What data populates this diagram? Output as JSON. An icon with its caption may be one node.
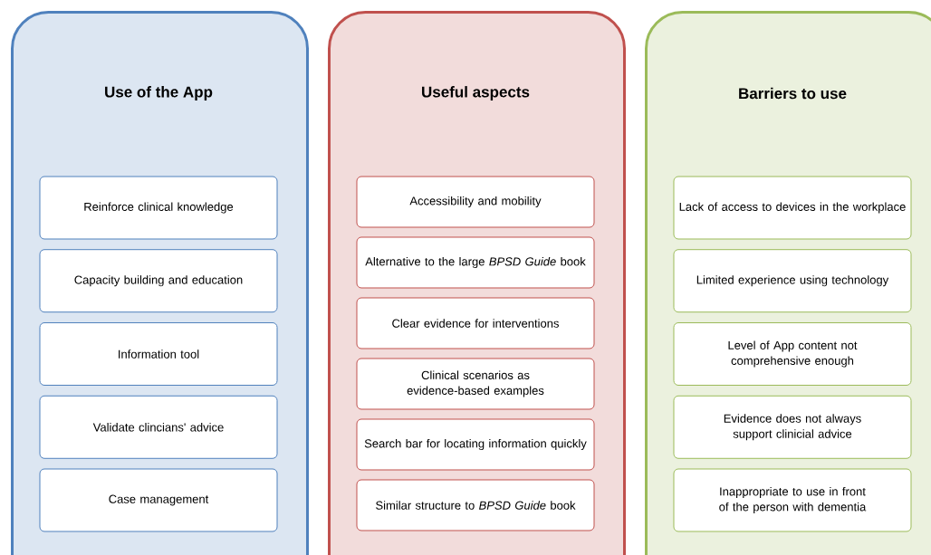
{
  "diagram": {
    "nodes": [
      {
        "text": [
          "Use of the App"
        ]
      },
      {
        "text": [
          "Reinforce clinical knowledge"
        ],
        "in": 0
      },
      {
        "text": [
          "Capacity building and education"
        ],
        "in": 0
      },
      {
        "text": [
          "Information tool"
        ],
        "in": 0
      },
      {
        "text": [
          "Validate clincians' advice"
        ],
        "in": 0
      },
      {
        "text": [
          "Case management"
        ],
        "in": 0
      },
      {
        "text": [
          "Useful aspects"
        ]
      },
      {
        "text": [
          "Accessibility and mobility"
        ],
        "in": 6
      },
      {
        "text": [
          "Alternative to the large *BPSD Guide* book"
        ],
        "in": 6
      },
      {
        "text": [
          "Clear evidence for interventions"
        ],
        "in": 6
      },
      {
        "text": [
          "Clinical scenarios as evidence-based examples"
        ],
        "in": 6
      },
      {
        "text": [
          "Search bar for locating information quickly"
        ],
        "in": 6
      },
      {
        "text": [
          "Similar structure to *BPSD Guide* book"
        ],
        "in": 6
      },
      {
        "text": [
          "Barriers to use"
        ]
      },
      {
        "text": [
          "Lack of access to devices in the workplace"
        ],
        "in": 13
      },
      {
        "text": [
          "Limited experience using technology"
        ],
        "in": 13
      },
      {
        "text": [
          "Level of App content not comprehensive enough"
        ],
        "in": 13
      },
      {
        "text": [
          "Evidence does not always support clinicial advice"
        ],
        "in": 13
      },
      {
        "text": [
          "Inappropriate to use in front of the person with dementia"
        ],
        "in": 13
      }
    ]
  }
}
